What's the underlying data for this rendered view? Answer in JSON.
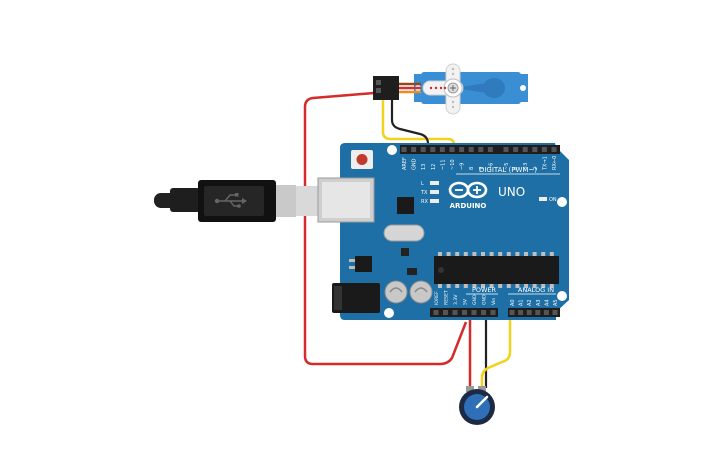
{
  "board": {
    "brand_text": "ARDUINO",
    "model_text": "UNO",
    "digital_header_label": "DIGITAL (PWM~)",
    "power_header_label": "POWER",
    "analog_header_label": "ANALOG IN",
    "led_labels": [
      "L",
      "TX",
      "RX"
    ],
    "on_label": "ON",
    "digital_pins": [
      "AREF",
      "GND",
      "13",
      "12",
      "~11",
      "~10",
      "~9",
      "8",
      "7",
      "~6",
      "~5",
      "4",
      "~3",
      "2",
      "TX→1",
      "RX←0"
    ],
    "power_pins": [
      "IOREF",
      "RESET",
      "3.3V",
      "5V",
      "GND",
      "GND",
      "Vin"
    ],
    "analog_pins": [
      "A0",
      "A1",
      "A2",
      "A3",
      "A4",
      "A5"
    ]
  },
  "components": {
    "servo": "servo-motor",
    "potentiometer": "rotary-potentiometer",
    "usb": "usb-b-cable"
  },
  "wire_colors": {
    "signal": "#f2d21b",
    "power": "#d42b2b",
    "ground": "#222222",
    "servo_lead_brown": "#8a4b1f",
    "servo_lead_red": "#d43030",
    "servo_lead_orange": "#f08a24"
  },
  "palette": {
    "board_blue": "#1d6fa5",
    "board_dark": "#155a87",
    "servo_blue": "#3a8fd4",
    "header_black": "#1e1e1e"
  }
}
